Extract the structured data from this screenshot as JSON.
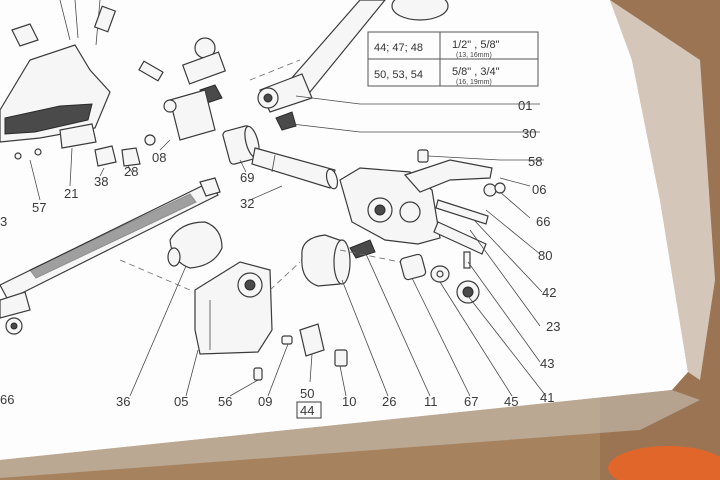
{
  "table": {
    "rows": [
      {
        "models": "44; 47; 48",
        "size": "1/2\" , 5/8\"",
        "metric": "(13, 16mm)"
      },
      {
        "models": "50, 53, 54",
        "size": "5/8\" , 3/4\"",
        "metric": "(16, 19mm)"
      }
    ]
  },
  "callouts": {
    "c01": "01",
    "c30": "30",
    "c58": "58",
    "c06": "06",
    "c66r": "66",
    "c80": "80",
    "c42": "42",
    "c23": "23",
    "c43": "43",
    "c41": "41",
    "c45": "45",
    "c67": "67",
    "c11": "11",
    "c26": "26",
    "c10": "10",
    "c50": "50",
    "c44": "44",
    "c09": "09",
    "c56": "56",
    "c05": "05",
    "c36": "36",
    "c66l": "66",
    "c32": "32",
    "c69": "69",
    "c08": "08",
    "c28": "28",
    "c38": "38",
    "c21": "21",
    "c57": "57",
    "c3": "3"
  },
  "colors": {
    "paper": "#fdfdfd",
    "cardboard": "#a7825e",
    "ink": "#3a3a3a",
    "orange": "#e0662a"
  }
}
